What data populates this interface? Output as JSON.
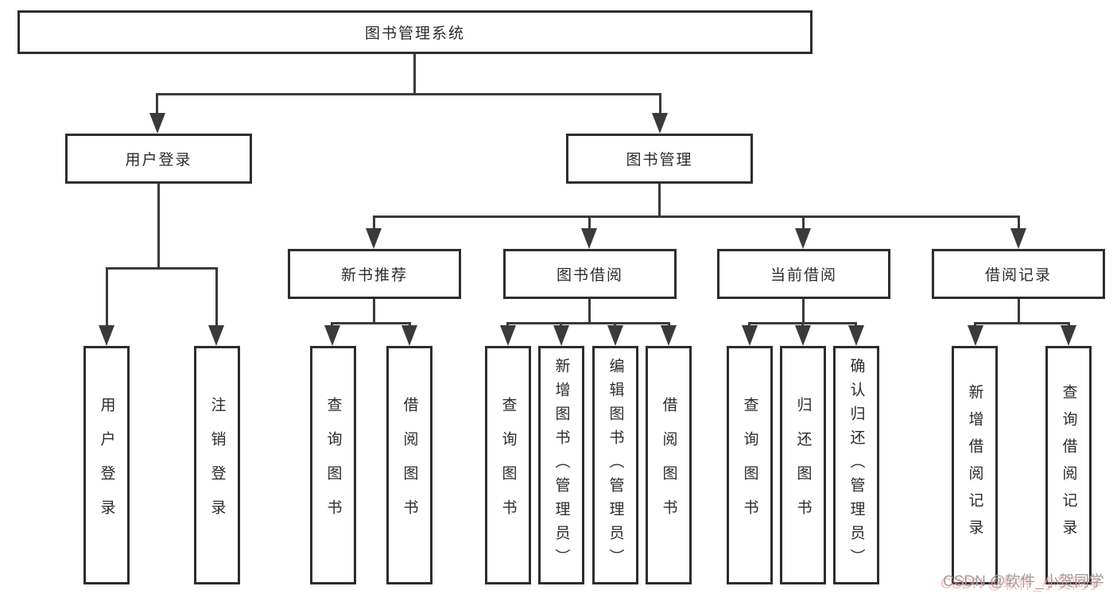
{
  "colors": {
    "line": "#3a3a3a",
    "box_border": "#2d2d2d",
    "text": "#2b2b2b",
    "background": "#ffffff",
    "watermark_gray": "#9f9f9f",
    "watermark_pink": "#f88796"
  },
  "watermark": {
    "text": "CSDN @软件_小贺同学"
  },
  "tree": {
    "root": {
      "label": "图书管理系统",
      "children": [
        {
          "label": "用户登录",
          "children": [
            {
              "label": "用户登录"
            },
            {
              "label": "注销登录"
            }
          ]
        },
        {
          "label": "图书管理",
          "children": [
            {
              "label": "新书推荐",
              "children": [
                {
                  "label": "查询图书"
                },
                {
                  "label": "借阅图书"
                }
              ]
            },
            {
              "label": "图书借阅",
              "children": [
                {
                  "label": "查询图书"
                },
                {
                  "label": "新增图书（管理员）"
                },
                {
                  "label": "编辑图书（管理员）"
                },
                {
                  "label": "借阅图书"
                }
              ]
            },
            {
              "label": "当前借阅",
              "children": [
                {
                  "label": "查询图书"
                },
                {
                  "label": "归还图书"
                },
                {
                  "label": "确认归还（管理员）"
                }
              ]
            },
            {
              "label": "借阅记录",
              "children": [
                {
                  "label": "新增借阅记录"
                },
                {
                  "label": "查询借阅记录"
                }
              ]
            }
          ]
        }
      ]
    }
  }
}
